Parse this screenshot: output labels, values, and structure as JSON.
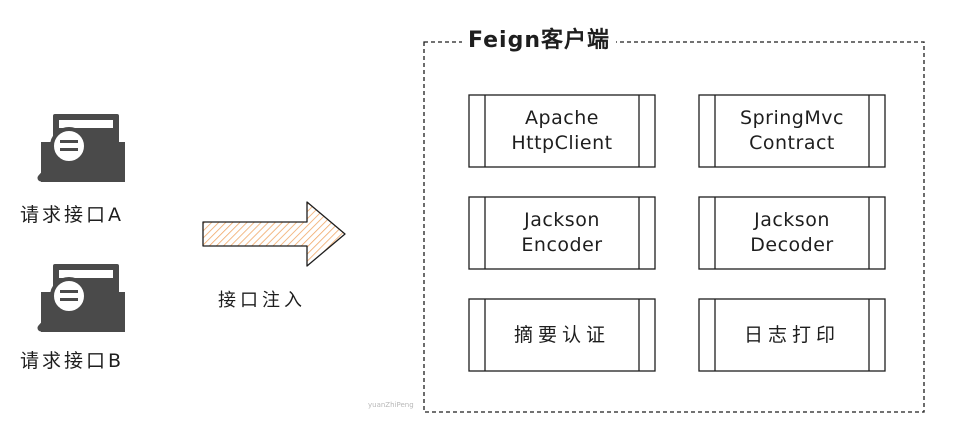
{
  "requests": [
    {
      "label": "请求接口A"
    },
    {
      "label": "请求接口B"
    }
  ],
  "arrow": {
    "label": "接口注入"
  },
  "client": {
    "title": "Feign客户端"
  },
  "components": [
    {
      "lines": [
        "Apache",
        "HttpClient"
      ]
    },
    {
      "lines": [
        "SpringMvc",
        "Contract"
      ]
    },
    {
      "lines": [
        "Jackson",
        "Encoder"
      ]
    },
    {
      "lines": [
        "Jackson",
        "Decoder"
      ]
    },
    {
      "lines": [
        "摘要认证"
      ]
    },
    {
      "lines": [
        "日志打印"
      ]
    }
  ],
  "watermark": "yuanZhiPeng",
  "colors": {
    "stroke": "#1e1e1e",
    "icon_fill": "#4a4a4a",
    "arrow_hatch": "#f0a868"
  },
  "icons": [
    "search-document-icon",
    "search-document-icon",
    "right-arrow-icon"
  ]
}
